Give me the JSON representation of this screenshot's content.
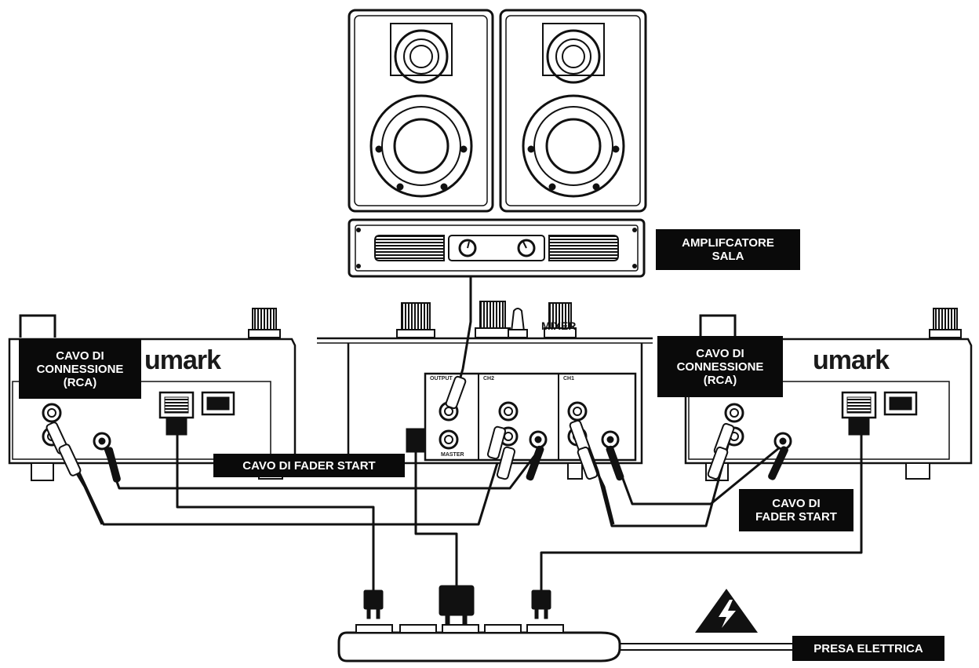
{
  "labels": {
    "amplifier": [
      "AMPLIFCATORE",
      "SALA"
    ],
    "mixer": "MIXER",
    "rca_left": [
      "CAVO DI",
      "CONNESSIONE",
      "(RCA)"
    ],
    "rca_right": [
      "CAVO DI",
      "CONNESSIONE",
      "(RCA)"
    ],
    "fader_start_center": "CAVO DI FADER START",
    "fader_start_right": [
      "CAVO DI",
      "FADER START"
    ],
    "power_strip": "PRESA ELETTRICA"
  },
  "brand": {
    "left": "umark",
    "right": "umark"
  },
  "mixer_panel": {
    "section_output": "OUTPUT",
    "section_ch2": "CH2",
    "section_ch1": "CH1",
    "master": "MASTER"
  },
  "colors": {
    "ink": "#111111",
    "label_bg": "#0a0a0a",
    "label_fg": "#ffffff",
    "paper": "#ffffff"
  },
  "icons": [
    "speaker-icon",
    "amplifier-icon",
    "turntable-icon",
    "mixer-icon",
    "power-plug-icon",
    "warning-high-voltage-icon",
    "power-strip-icon"
  ]
}
